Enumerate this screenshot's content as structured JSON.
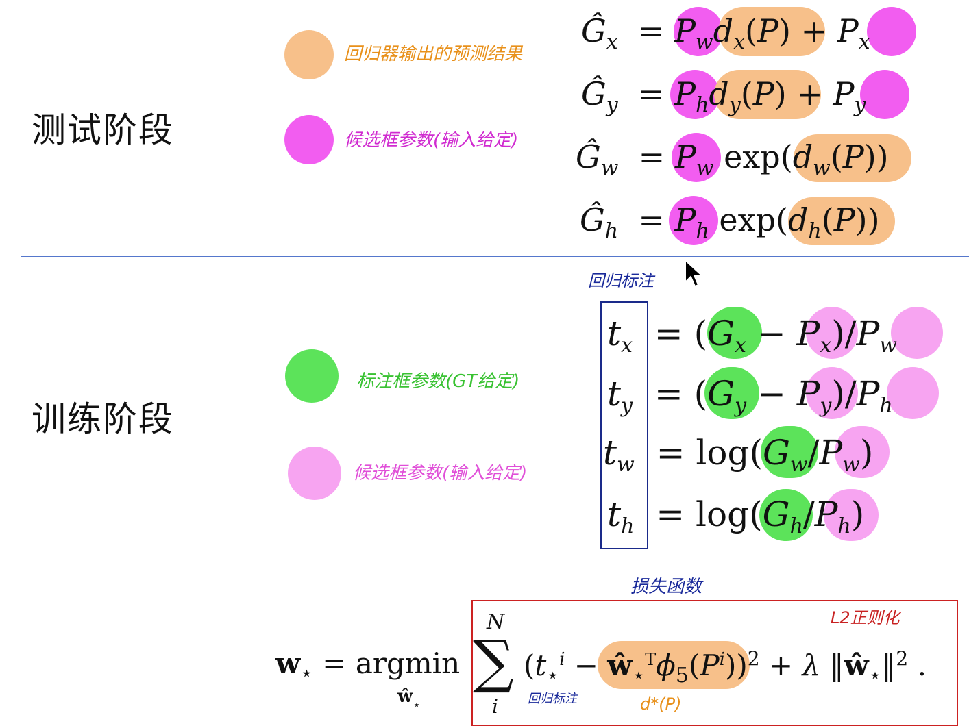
{
  "sections": {
    "test": "测试阶段",
    "train": "训练阶段"
  },
  "legend": {
    "regressor_output": "回归器输出的预测结果",
    "candidate_box_params_test": "候选框参数(输入给定)",
    "gt_box_params": "标注框参数(GT给定)",
    "candidate_box_params_train": "候选框参数(输入给定)"
  },
  "annotations": {
    "regression_target": "回归标注",
    "loss_function": "损失函数",
    "l2_regularization": "L2正则化",
    "regression_target_small": "回归标注",
    "d_star": "d*(P)"
  },
  "colors": {
    "orange": "#f7c08a",
    "magenta": "#f25df0",
    "green": "#5ce35a",
    "pink": "#f7a4f1",
    "orange_text": "#e8901a",
    "magenta_text": "#d02bd0",
    "green_text": "#39c232",
    "blue_text": "#1a2a9a",
    "red_text": "#c82222"
  }
}
